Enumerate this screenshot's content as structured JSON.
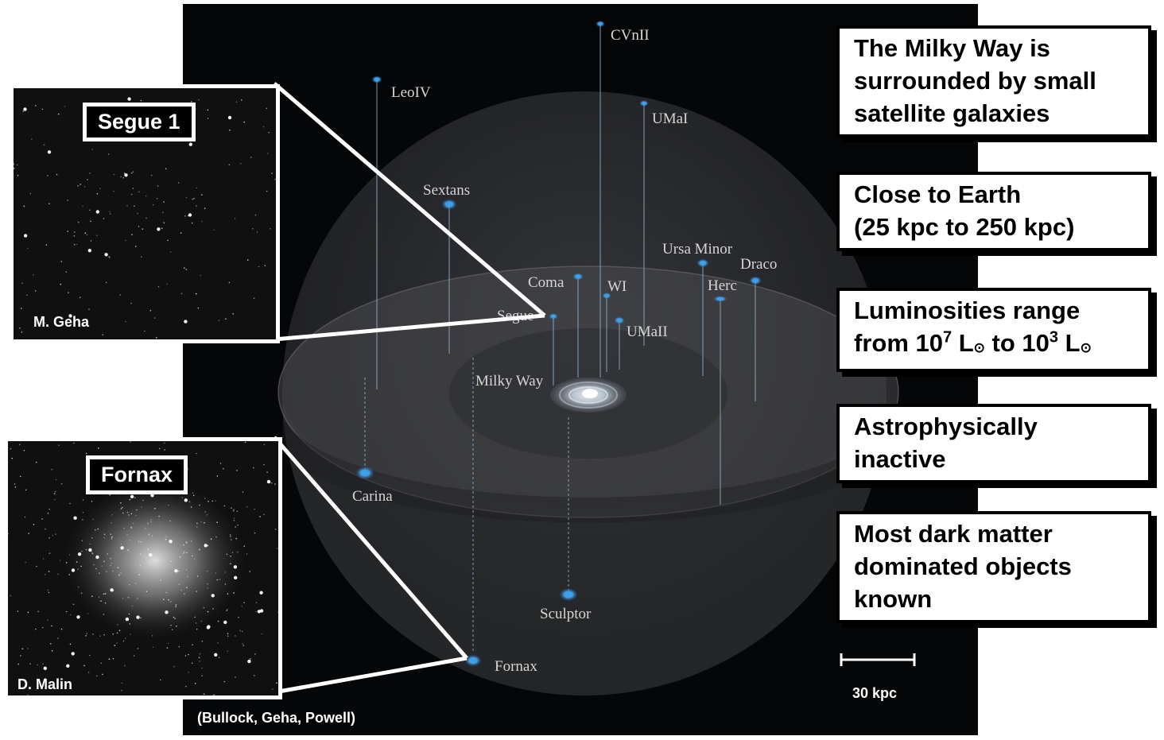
{
  "galaxies": [
    {
      "name": "CVnII"
    },
    {
      "name": "LeoIV"
    },
    {
      "name": "UMaI"
    },
    {
      "name": "Sextans"
    },
    {
      "name": "Ursa Minor"
    },
    {
      "name": "Draco"
    },
    {
      "name": "Coma"
    },
    {
      "name": "WI"
    },
    {
      "name": "Herc"
    },
    {
      "name": "Segue"
    },
    {
      "name": "UMaII"
    },
    {
      "name": "Milky Way"
    },
    {
      "name": "Carina"
    },
    {
      "name": "Sculptor"
    },
    {
      "name": "Fornax"
    }
  ],
  "insets": {
    "segue": {
      "title": "Segue 1",
      "credit": "M. Geha"
    },
    "fornax": {
      "title": "Fornax",
      "credit": "D. Malin"
    }
  },
  "facts": [
    {
      "lines": [
        "The Milky Way is",
        "surrounded by small",
        "satellite galaxies"
      ]
    },
    {
      "lines": [
        "Close to Earth",
        "(25 kpc to 250 kpc)"
      ]
    },
    {
      "line1": "Luminosities range",
      "from": "from 10",
      "exp1": "7",
      "l_mid": "L",
      "to": "to 10",
      "exp2": "3",
      "l_end": "L",
      "sun": "⊙"
    },
    {
      "lines": [
        "Astrophysically",
        "inactive"
      ]
    },
    {
      "lines": [
        "Most dark matter",
        "dominated objects",
        "known"
      ]
    }
  ],
  "scale_bar": {
    "label": "30 kpc"
  },
  "citation": "(Bullock, Geha, Powell)",
  "colors": {
    "satellite": "#3aa0f0",
    "background": "#050608",
    "box_border": "#000000"
  }
}
